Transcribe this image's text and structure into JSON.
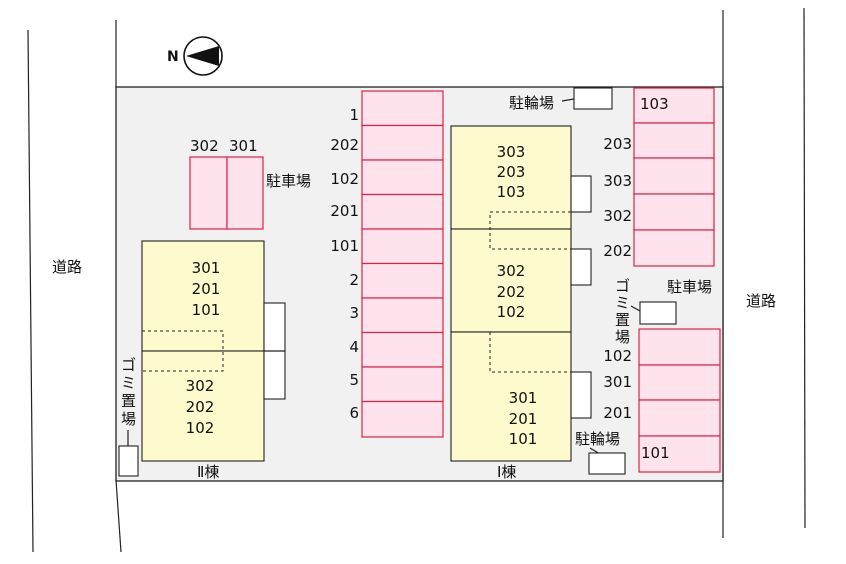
{
  "compass": {
    "letter": "N"
  },
  "roads": {
    "left": "道路",
    "right": "道路"
  },
  "parking_west": {
    "label": "駐車場",
    "slots": [
      "302",
      "301"
    ]
  },
  "parking_center": {
    "slots": [
      "1",
      "202",
      "102",
      "201",
      "101",
      "2",
      "3",
      "4",
      "5",
      "6"
    ]
  },
  "parking_east_top": {
    "slots": [
      "103",
      "203",
      "303",
      "302",
      "202"
    ]
  },
  "parking_east_bottom": {
    "label": "駐車場",
    "slots": [
      "102",
      "301",
      "201",
      "101"
    ]
  },
  "bicycle_parking": {
    "north": "駐輪場",
    "south": "駐輪場"
  },
  "garbage": {
    "west": "ゴミ置場",
    "east": "ゴミ置場"
  },
  "building_2": {
    "name": "Ⅱ棟",
    "upper_units": [
      "301",
      "201",
      "101"
    ],
    "lower_units": [
      "302",
      "202",
      "102"
    ]
  },
  "building_1": {
    "name": "Ⅰ棟",
    "top_units": [
      "303",
      "203",
      "103"
    ],
    "middle_units": [
      "302",
      "202",
      "102"
    ],
    "bottom_units": [
      "301",
      "201",
      "101"
    ]
  }
}
